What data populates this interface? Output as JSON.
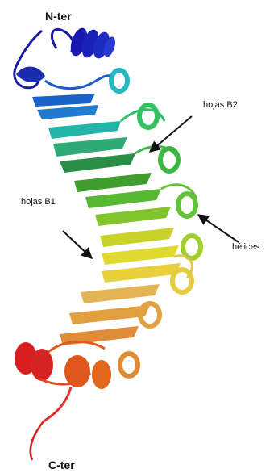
{
  "labels": {
    "n_ter": "N-ter",
    "c_ter": "C-ter",
    "hojas_b2": "hojas B2",
    "hojas_b1": "hojas B1",
    "helices": "hélices"
  },
  "colors": {
    "background": "#ffffff",
    "gradient": [
      "#1a1aa8",
      "#1c4fc8",
      "#1f8fd0",
      "#23c2c2",
      "#2ec28c",
      "#39b34a",
      "#62c23a",
      "#9fcf2a",
      "#d7d72a",
      "#e9c54a",
      "#e0a040",
      "#e07828",
      "#e0481e",
      "#d81e1e"
    ],
    "arrow": "#111111"
  }
}
